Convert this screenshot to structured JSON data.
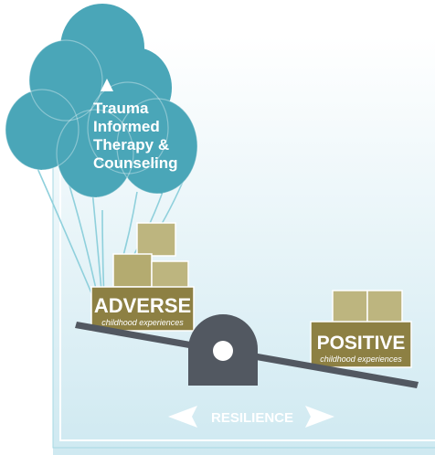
{
  "balloons": {
    "text_lines": [
      "Trauma",
      "Informed",
      "Therapy &",
      "Counseling"
    ],
    "color": "#4aa6b8",
    "string_color": "#8fd0dc"
  },
  "seesaw": {
    "left_box": {
      "title": "ADVERSE",
      "subtitle": "childhood experiences"
    },
    "right_box": {
      "title": "POSITIVE",
      "subtitle": "childhood experiences"
    },
    "plank_color": "#525861",
    "fulcrum_color": "#525861",
    "box_color": "#bdb57f",
    "box_shade": "#a39a61",
    "label_bg": "#8d8043"
  },
  "resilience": {
    "label": "RESILIENCE",
    "left_arrow": "arrow-left-icon",
    "right_arrow": "arrow-right-icon"
  },
  "colors": {
    "panel_top": "#ffffff",
    "panel_bottom": "#cfe9f1",
    "panel_border": "#4aa6b8",
    "resilience_text": "#ffffff"
  }
}
